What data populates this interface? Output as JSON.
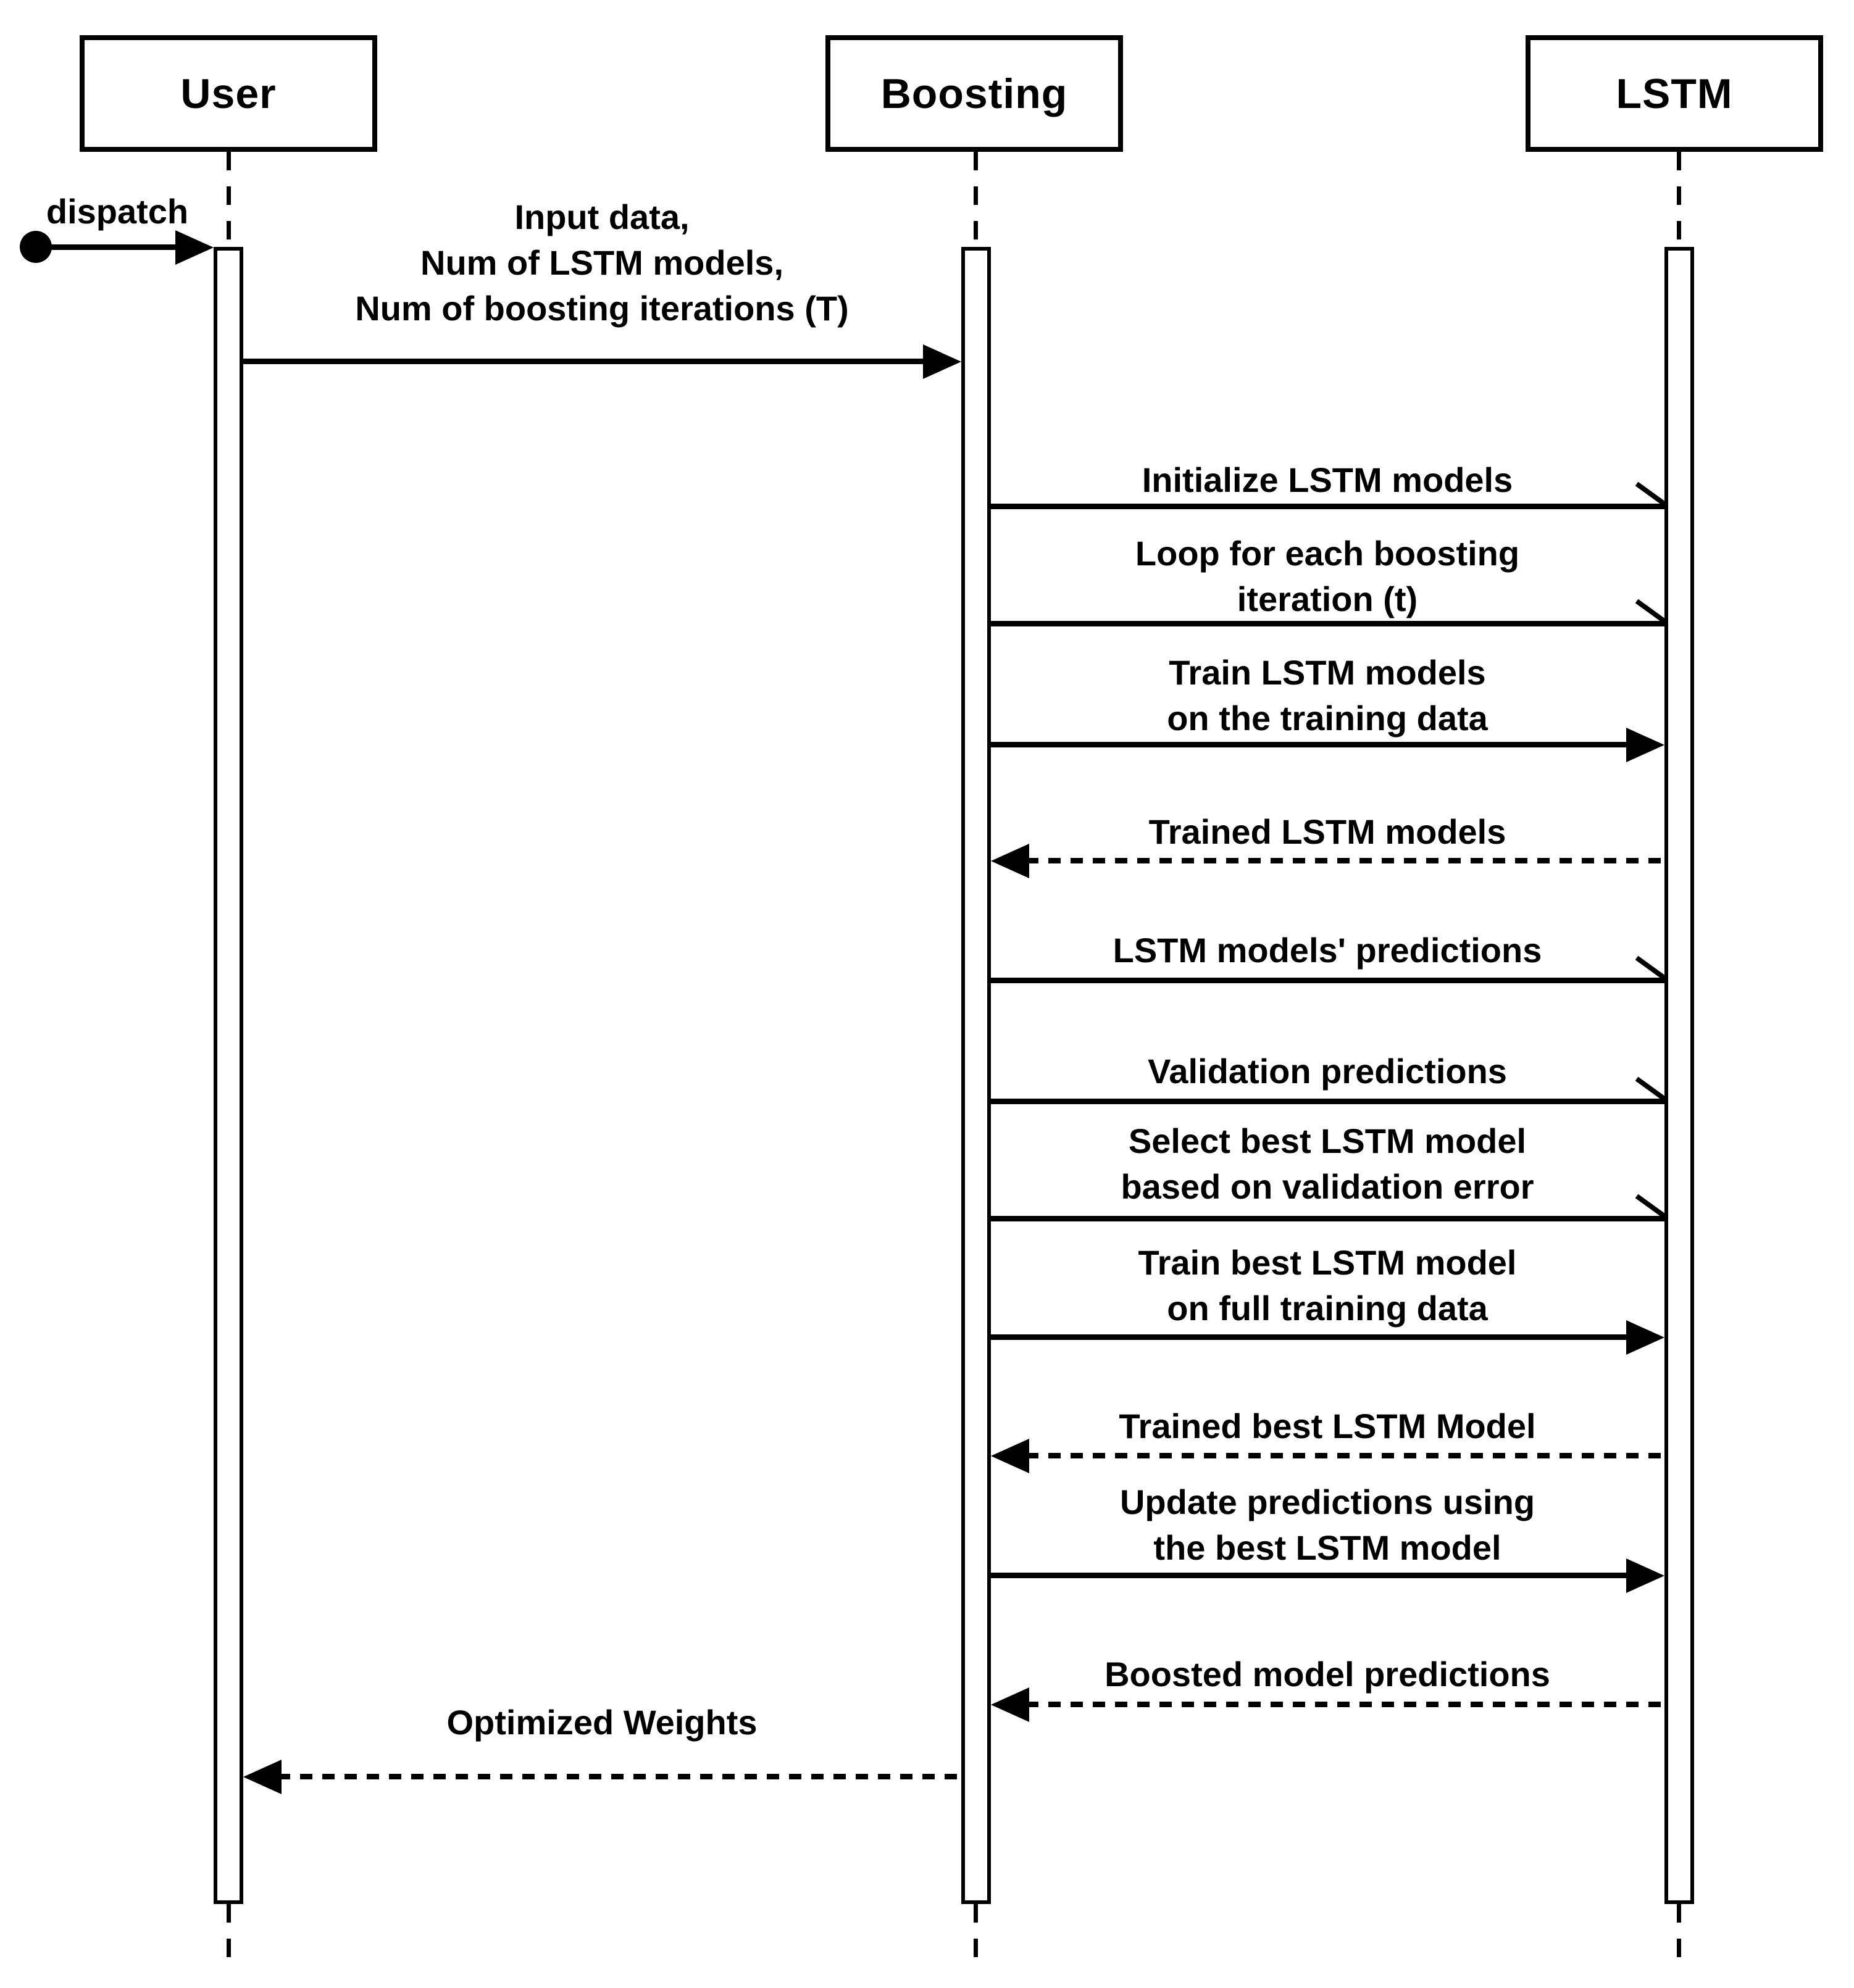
{
  "diagram": {
    "type": "uml-sequence",
    "actors": [
      {
        "id": "user",
        "label": "User"
      },
      {
        "id": "boosting",
        "label": "Boosting"
      },
      {
        "id": "lstm",
        "label": "LSTM"
      }
    ],
    "start_message": {
      "label": "dispatch",
      "to": "User",
      "line": "solid",
      "arrowhead": "filled",
      "source_marker": "filled-circle"
    },
    "messages": [
      {
        "label": "Input data,\nNum of LSTM models,\nNum of boosting iterations (T)",
        "from": "User",
        "to": "Boosting",
        "line": "solid",
        "arrowhead": "filled"
      },
      {
        "label": "Initialize LSTM models",
        "from": "Boosting",
        "to": "LSTM",
        "line": "solid",
        "arrowhead": "open"
      },
      {
        "label": "Loop for each boosting\niteration (t)",
        "from": "Boosting",
        "to": "LSTM",
        "line": "solid",
        "arrowhead": "open"
      },
      {
        "label": "Train LSTM models\non the training data",
        "from": "Boosting",
        "to": "LSTM",
        "line": "solid",
        "arrowhead": "filled"
      },
      {
        "label": "Trained LSTM models",
        "from": "LSTM",
        "to": "Boosting",
        "line": "dashed",
        "arrowhead": "filled"
      },
      {
        "label": "LSTM models' predictions",
        "from": "Boosting",
        "to": "LSTM",
        "line": "solid",
        "arrowhead": "open"
      },
      {
        "label": "Validation predictions",
        "from": "Boosting",
        "to": "LSTM",
        "line": "solid",
        "arrowhead": "open"
      },
      {
        "label": "Select best LSTM model\nbased on validation error",
        "from": "Boosting",
        "to": "LSTM",
        "line": "solid",
        "arrowhead": "open"
      },
      {
        "label": "Train best LSTM model\non full training data",
        "from": "Boosting",
        "to": "LSTM",
        "line": "solid",
        "arrowhead": "filled"
      },
      {
        "label": "Trained best LSTM Model",
        "from": "LSTM",
        "to": "Boosting",
        "line": "dashed",
        "arrowhead": "filled"
      },
      {
        "label": "Update predictions using\nthe best LSTM model",
        "from": "Boosting",
        "to": "LSTM",
        "line": "solid",
        "arrowhead": "filled"
      },
      {
        "label": "Boosted model predictions",
        "from": "LSTM",
        "to": "Boosting",
        "line": "dashed",
        "arrowhead": "filled"
      },
      {
        "label": "Optimized Weights",
        "from": "Boosting",
        "to": "User",
        "line": "dashed",
        "arrowhead": "filled"
      }
    ]
  }
}
